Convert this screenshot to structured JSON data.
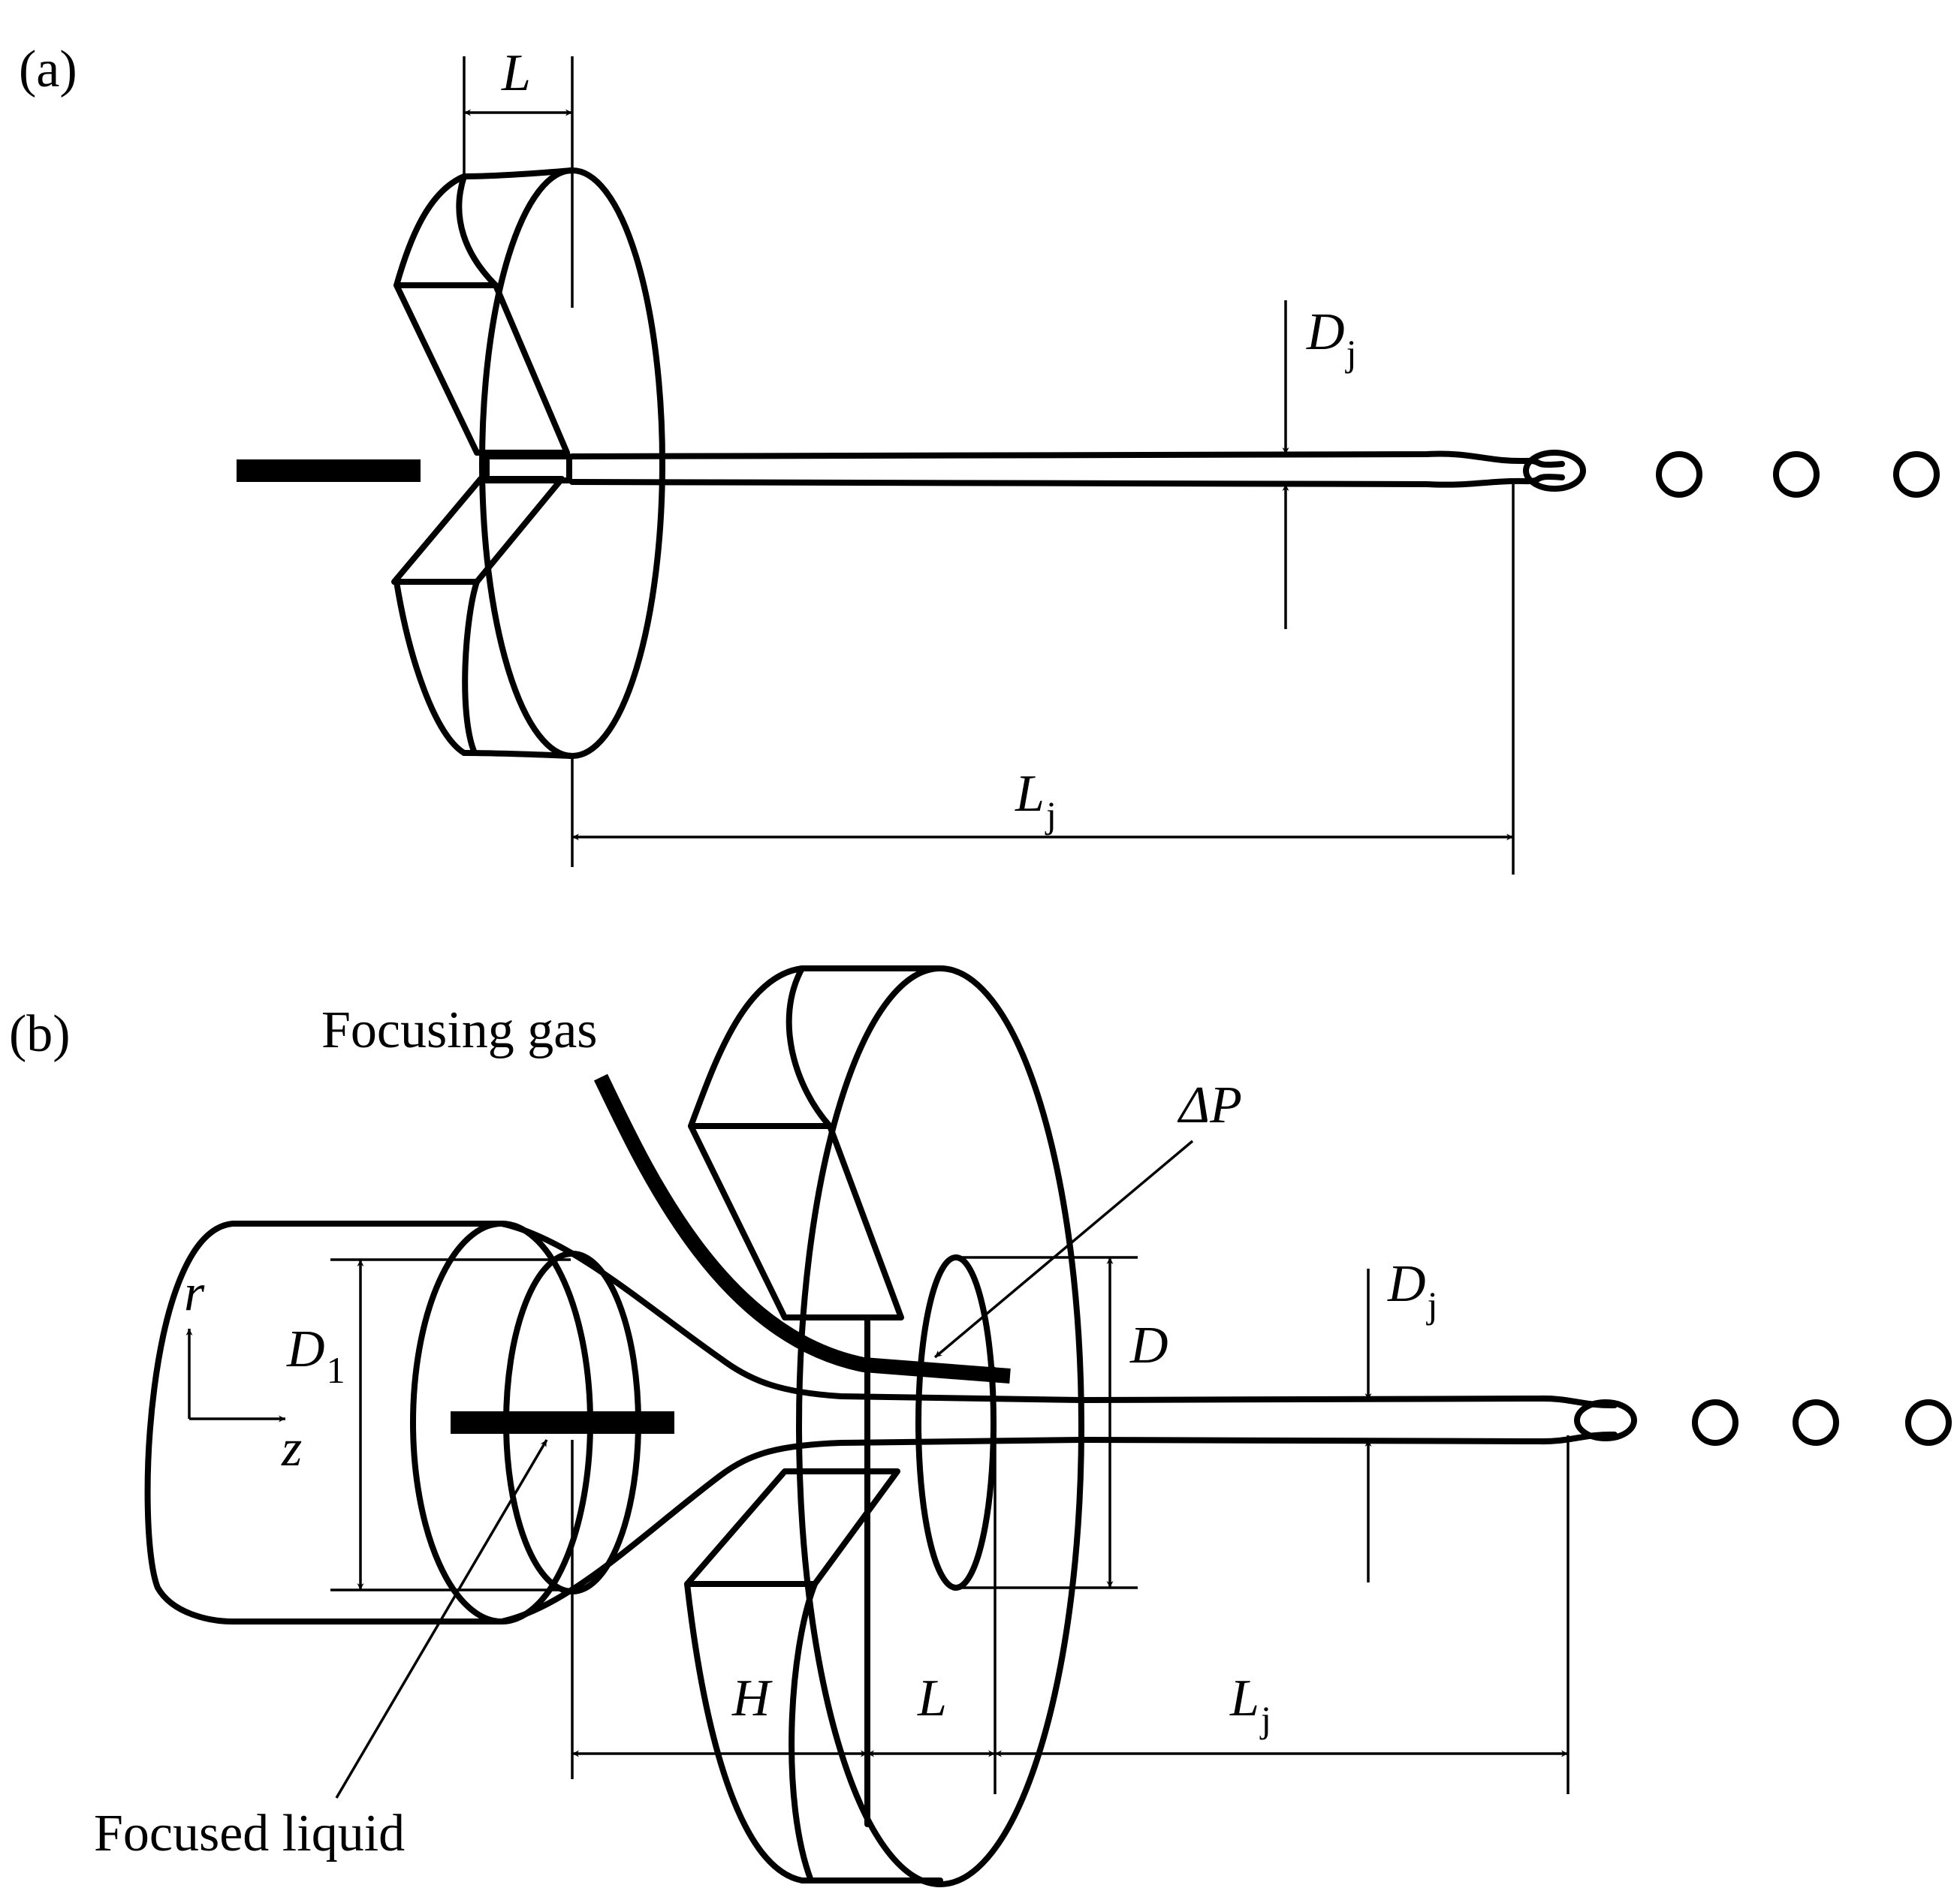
{
  "panel_a": {
    "tag": "(a)",
    "dims": {
      "orifice_length": "L",
      "jet_diameter": "D",
      "jet_diameter_sub": "j",
      "jet_length": "L",
      "jet_length_sub": "j"
    }
  },
  "panel_b": {
    "tag": "(b)",
    "labels": {
      "focusing_gas": "Focusing gas",
      "focused_liquid": "Focused liquid",
      "pressure_drop": "ΔP"
    },
    "axes": {
      "radial": "r",
      "axial": "z"
    },
    "dims": {
      "capillary_diameter": "D",
      "capillary_diameter_sub": "1",
      "orifice_diameter": "D",
      "jet_diameter": "D",
      "jet_diameter_sub": "j",
      "gap": "H",
      "orifice_length": "L",
      "jet_length": "L",
      "jet_length_sub": "j"
    }
  }
}
